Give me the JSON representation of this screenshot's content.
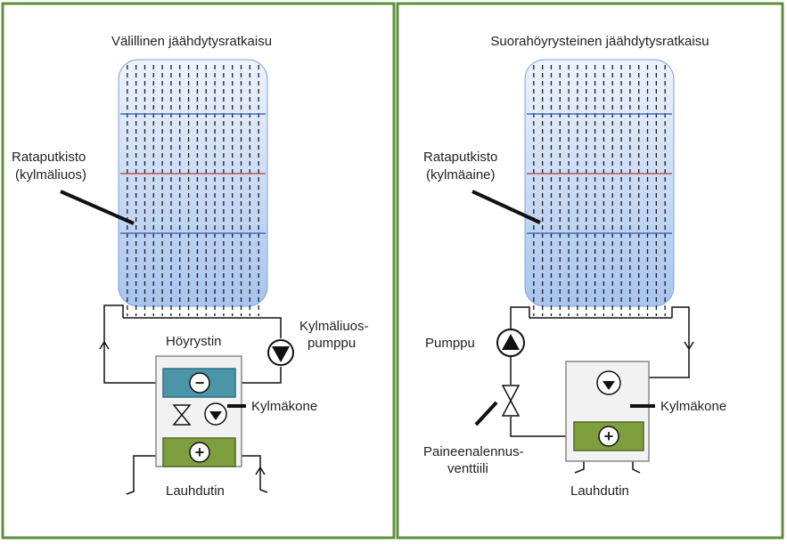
{
  "colors": {
    "frame_border": "#5e8f3c",
    "track_fill_top": "#eef3fc",
    "track_fill_bottom": "#a8c4ee",
    "track_stroke": "#7ea4dd",
    "blue_line": "#3a6bb5",
    "red_line": "#c0504d",
    "evaporator": "#4a95a8",
    "condenser": "#7f9e3e",
    "pipe": "#111111"
  },
  "left_panel": {
    "title": "Välillinen jäähdytysratkaisu",
    "track_label_line1": "Rataputkisto",
    "track_label_line2": "(kylmäliuos)",
    "pump_label_line1": "Kylmäliuos-",
    "pump_label_line2": "pumppu",
    "evaporator_label": "Höyrystin",
    "chiller_label": "Kylmäkone",
    "condenser_label": "Lauhdutin",
    "evaporator_symbol": "−",
    "condenser_symbol": "+"
  },
  "right_panel": {
    "title": "Suorahöyrysteinen jäähdytysratkaisu",
    "track_label_line1": "Rataputkisto",
    "track_label_line2": "(kylmäaine)",
    "pump_label": "Pumppu",
    "chiller_label": "Kylmäkone",
    "valve_label_line1": "Paineenalennus-",
    "valve_label_line2": "venttiili",
    "condenser_label": "Lauhdutin",
    "condenser_symbol": "+"
  }
}
